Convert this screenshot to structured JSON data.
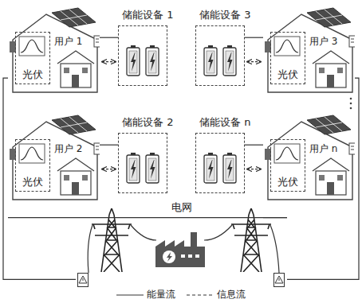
{
  "diagram": {
    "nodes": [
      {
        "text": [
          "用户 1"
        ]
      },
      {
        "text": [
          "光伏"
        ],
        "in": 0
      },
      {
        "text": [
          "储能设备 1"
        ]
      },
      {
        "text": [
          "储能设备 3"
        ]
      },
      {
        "text": [
          "用户 3"
        ]
      },
      {
        "text": [
          "光伏"
        ],
        "in": 4
      },
      {
        "text": [
          "用户 2"
        ]
      },
      {
        "text": [
          "光伏"
        ],
        "in": 6
      },
      {
        "text": [
          "储能设备 2"
        ]
      },
      {
        "text": [
          "储能设备 n"
        ]
      },
      {
        "text": [
          "用户 n"
        ]
      },
      {
        "text": [
          "光伏"
        ],
        "in": 10
      },
      {
        "text": [
          "电网"
        ]
      }
    ],
    "edges": [
      {
        "from": 0,
        "to": 2,
        "arrow": "none"
      },
      {
        "from": 0,
        "to": 2,
        "arrow": "both"
      },
      {
        "from": 3,
        "to": 4,
        "arrow": "none"
      },
      {
        "from": 3,
        "to": 4,
        "arrow": "both"
      },
      {
        "from": 6,
        "to": 8,
        "arrow": "none"
      },
      {
        "from": 6,
        "to": 8,
        "arrow": "both"
      },
      {
        "from": 9,
        "to": 10,
        "arrow": "none"
      },
      {
        "from": 9,
        "to": 10,
        "arrow": "both"
      },
      {
        "from": 0,
        "to": 12,
        "arrow": "none"
      },
      {
        "from": 6,
        "to": 12,
        "arrow": "none"
      },
      {
        "from": 4,
        "to": 12,
        "arrow": "none"
      },
      {
        "from": 10,
        "to": 12,
        "arrow": "none"
      }
    ],
    "legend": [
      {
        "text": "能量流"
      },
      {
        "text": "信息流"
      }
    ]
  }
}
